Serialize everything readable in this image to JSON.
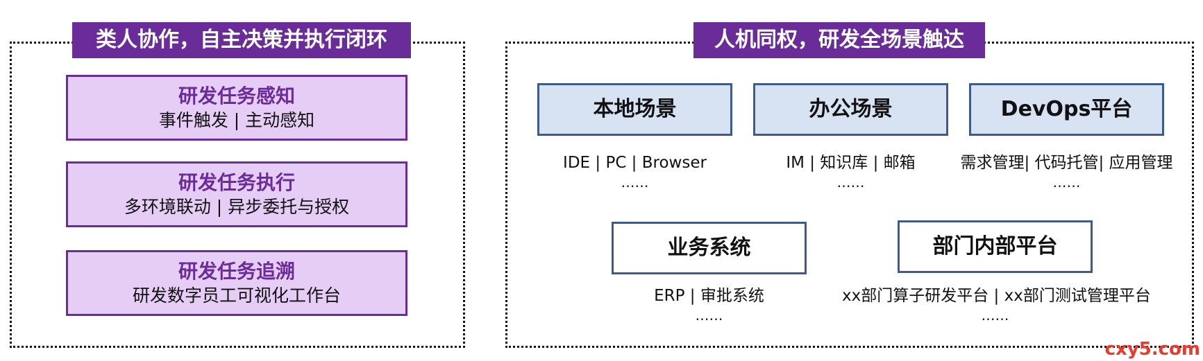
{
  "left_section": {
    "title": "类人协作，自主决策并执行闭环",
    "tasks": [
      {
        "title": "研发任务感知",
        "desc": "事件触发 | 主动感知"
      },
      {
        "title": "研发任务执行",
        "desc": "多环境联动 | 异步委托与授权"
      },
      {
        "title": "研发任务追溯",
        "desc": "研发数字员工可视化工作台"
      }
    ]
  },
  "right_section": {
    "title": "人机同权，研发全场景触达",
    "scenes": [
      {
        "name": "本地场景",
        "desc": "IDE | PC | Browser",
        "more": "……"
      },
      {
        "name": "办公场景",
        "desc": "IM | 知识库 | 邮箱",
        "more": "……"
      },
      {
        "name": "DevOps平台",
        "desc": "需求管理| 代码托管| 应用管理",
        "more": "……"
      },
      {
        "name": "业务系统",
        "desc": "ERP | 审批系统",
        "more": "……"
      },
      {
        "name": "部门内部平台",
        "desc": "xx部门算子研发平台 | xx部门测试管理平台",
        "more": "……"
      }
    ],
    "colors": {
      "scene_fill_blue": "#d7e2f3",
      "scene_border": "#3d5a8c"
    }
  },
  "colors": {
    "accent_purple": "#6a2c98",
    "task_fill": "#e6cdf6"
  },
  "watermark": "cxy5.com"
}
